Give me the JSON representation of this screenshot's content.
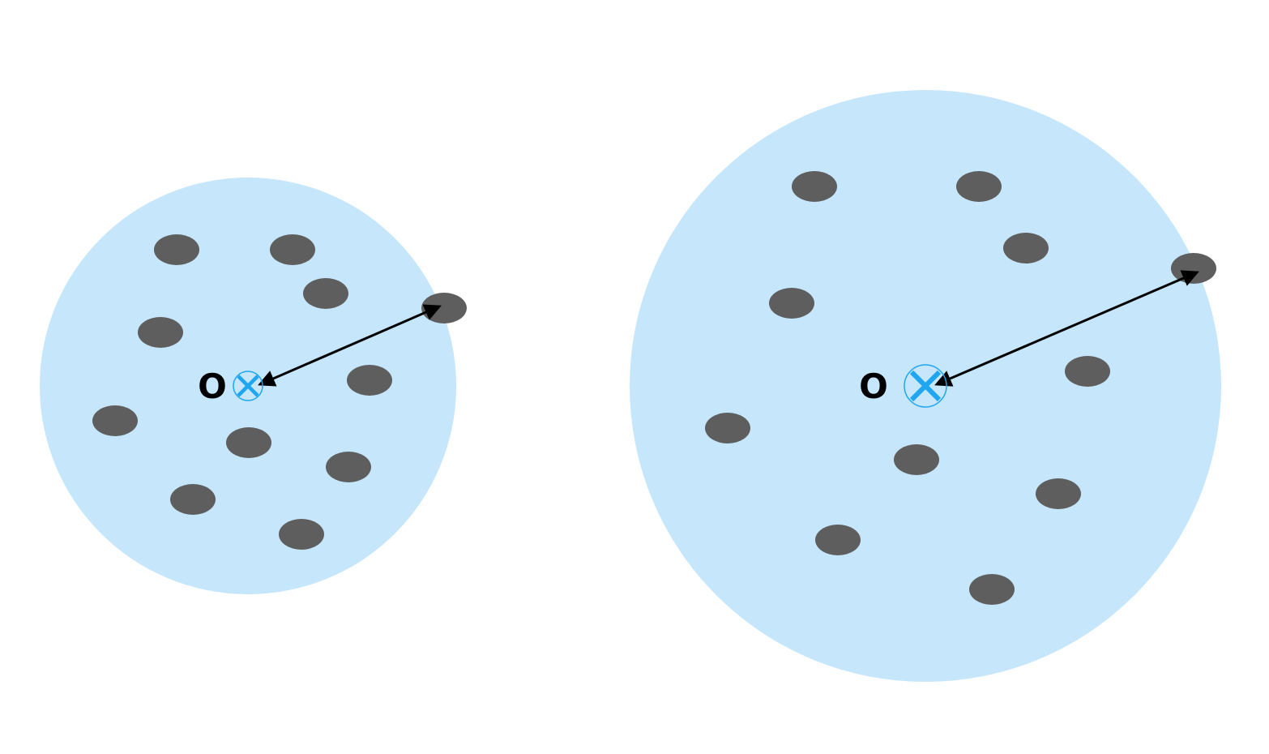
{
  "colors": {
    "background": "#ffffff",
    "cluster_fill": "#c5e6fb",
    "point_fill": "#5e5e5e",
    "centroid_stroke": "#1ea6f0",
    "arrow_stroke": "#000000"
  },
  "clusters": [
    {
      "name": "small-cluster",
      "center_label": "O",
      "centroid_icon": "centroid-x-circle-icon",
      "point_count": 11
    },
    {
      "name": "large-cluster",
      "center_label": "O",
      "centroid_icon": "centroid-x-circle-icon",
      "point_count": 11
    }
  ]
}
